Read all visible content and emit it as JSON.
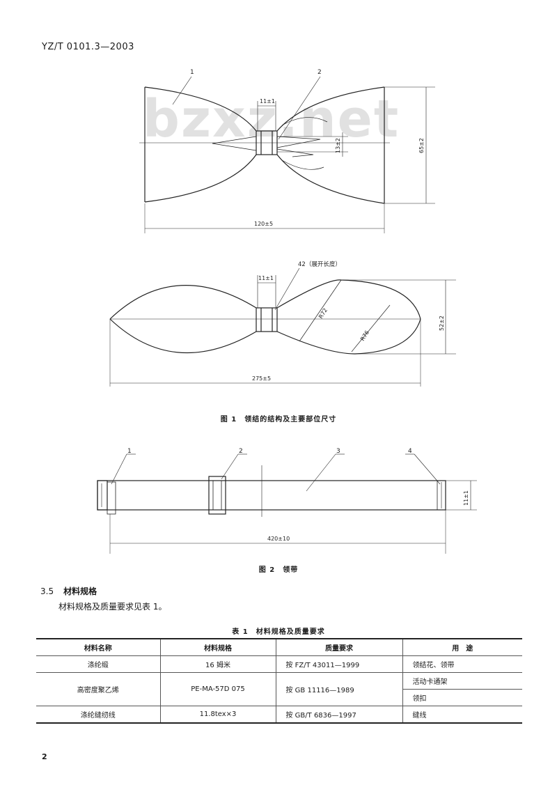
{
  "header": {
    "code": "YZ/T 0101.3—2003"
  },
  "watermark": "bzxz.net",
  "figure1": {
    "top": {
      "callout_1": "1",
      "callout_2": "2",
      "dim_width": "11±1",
      "dim_inner": "13±2",
      "dim_height": "65±2",
      "dim_length": "120±5"
    },
    "bottom": {
      "callout_note": "42（展开长度）",
      "dim_width": "11±1",
      "radius_1": "R72",
      "radius_2": "R76",
      "dim_height": "52±2",
      "dim_length": "275±5"
    },
    "caption": "图 1　领结的结构及主要部位尺寸"
  },
  "figure2": {
    "callouts": [
      "1",
      "2",
      "3",
      "4"
    ],
    "dim_height": "11±1",
    "dim_length": "420±10",
    "caption": "图 2　领带"
  },
  "section": {
    "number": "3.5",
    "title": "材料规格",
    "body": "材料规格及质量要求见表 1。"
  },
  "table1": {
    "title": "表 1　材料规格及质量要求",
    "headers": [
      "材料名称",
      "材料规格",
      "质量要求",
      "用　途"
    ],
    "rows": [
      {
        "name": "涤纶缎",
        "spec": "16 姆米",
        "quality": "按 FZ/T 43011—1999",
        "uses": [
          "领结花、领带"
        ]
      },
      {
        "name": "高密度聚乙烯",
        "spec": "PE-MA-57D 075",
        "quality": "按 GB 11116—1989",
        "uses": [
          "活动卡通架",
          "领扣"
        ]
      },
      {
        "name": "涤纶缝纫线",
        "spec": "11.8tex×3",
        "quality": "按 GB/T 6836—1997",
        "uses": [
          "缝线"
        ]
      }
    ]
  },
  "page_number": "2"
}
